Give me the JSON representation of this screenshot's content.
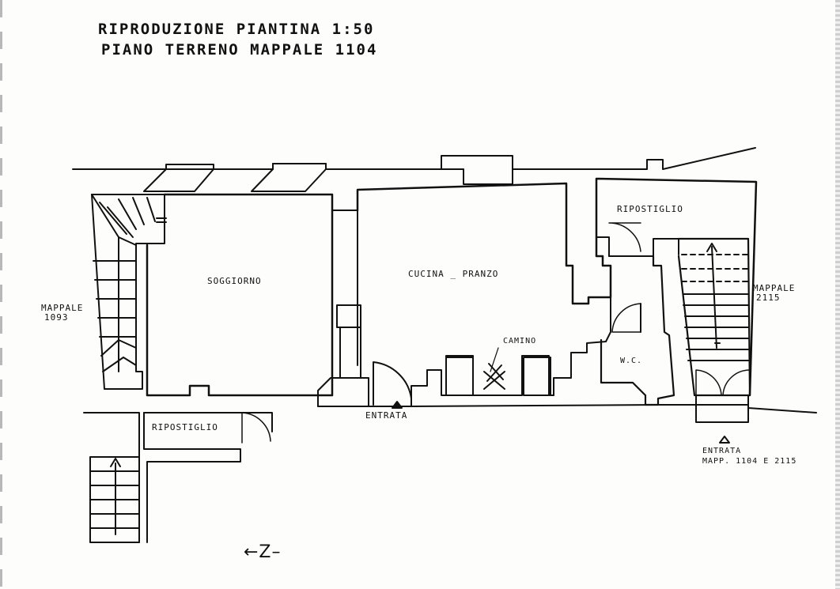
{
  "title": {
    "line1": "RIPRODUZIONE PIANTINA 1:50",
    "line2": "PIANO TERRENO MAPPALE 1104"
  },
  "rooms": {
    "soggiorno": "SOGGIORNO",
    "cucina_pranzo": "CUCINA _ PRANZO",
    "ripostiglio_upper": "RIPOSTIGLIO",
    "ripostiglio_lower": "RIPOSTIGLIO",
    "wc": "W.C.",
    "camino": "CAMINO"
  },
  "parcels": {
    "west_line1": "MAPPALE",
    "west_line2": "1093",
    "east_line1": "MAPPALE",
    "east_line2": "2115"
  },
  "entrances": {
    "main": "ENTRATA",
    "shared_line1": "ENTRATA",
    "shared_line2": "MAPP. 1104 E 2115"
  },
  "north_arrow": {
    "text": "←Z–",
    "icon": "north-arrow-icon"
  },
  "colors": {
    "ink": "#111111",
    "paper": "#fdfdfc"
  }
}
